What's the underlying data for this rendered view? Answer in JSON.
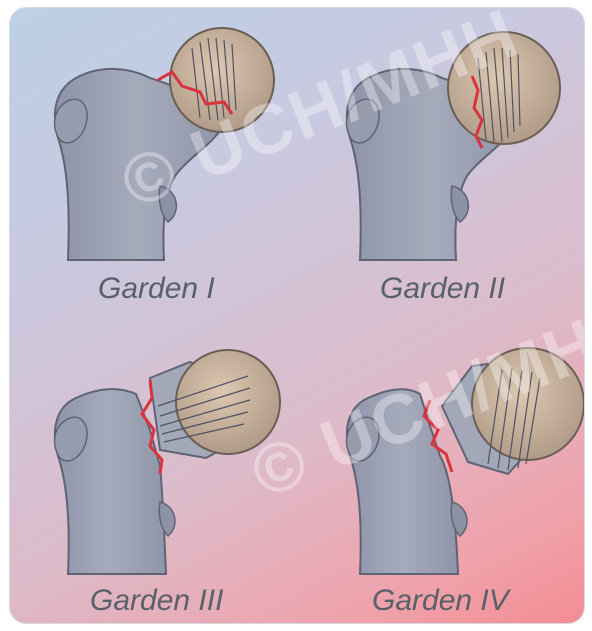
{
  "panels": [
    {
      "caption": "Garden I"
    },
    {
      "caption": "Garden II"
    },
    {
      "caption": "Garden III"
    },
    {
      "caption": "Garden IV"
    }
  ],
  "watermark": "© UCH/MHH",
  "colors": {
    "bone": "#9ea3b6",
    "bone_outline": "#5f6475",
    "head": "#c9b49c",
    "fracture": "#d9343d",
    "caption": "#58606a"
  }
}
